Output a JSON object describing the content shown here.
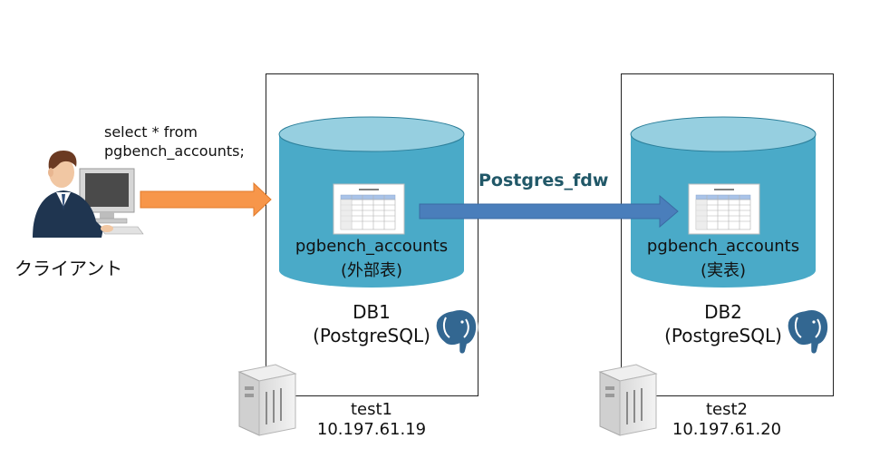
{
  "client": {
    "label": "クライアント",
    "query_line1": "select * from",
    "query_line2": "pgbench_accounts;"
  },
  "db1": {
    "table_name": "pgbench_accounts",
    "table_kind": "(外部表)",
    "name": "DB1",
    "engine": "(PostgreSQL)",
    "host": "test1",
    "ip": "10.197.61.19"
  },
  "db2": {
    "table_name": "pgbench_accounts",
    "table_kind": "(実表)",
    "name": "DB2",
    "engine": "(PostgreSQL)",
    "host": "test2",
    "ip": "10.197.61.20"
  },
  "link": {
    "label": "Postgres_fdw"
  },
  "colors": {
    "cylinder_body": "#4aaac8",
    "cylinder_top": "#96cfe0",
    "client_arrow": "#f7964a",
    "fdw_arrow": "#4a7ebb",
    "fdw_label": "#215868",
    "elephant": "#336791"
  },
  "icons": {
    "client": "user-at-computer-icon",
    "table": "table-sheet-icon",
    "server": "server-tower-icon",
    "postgres": "postgresql-elephant-icon"
  }
}
